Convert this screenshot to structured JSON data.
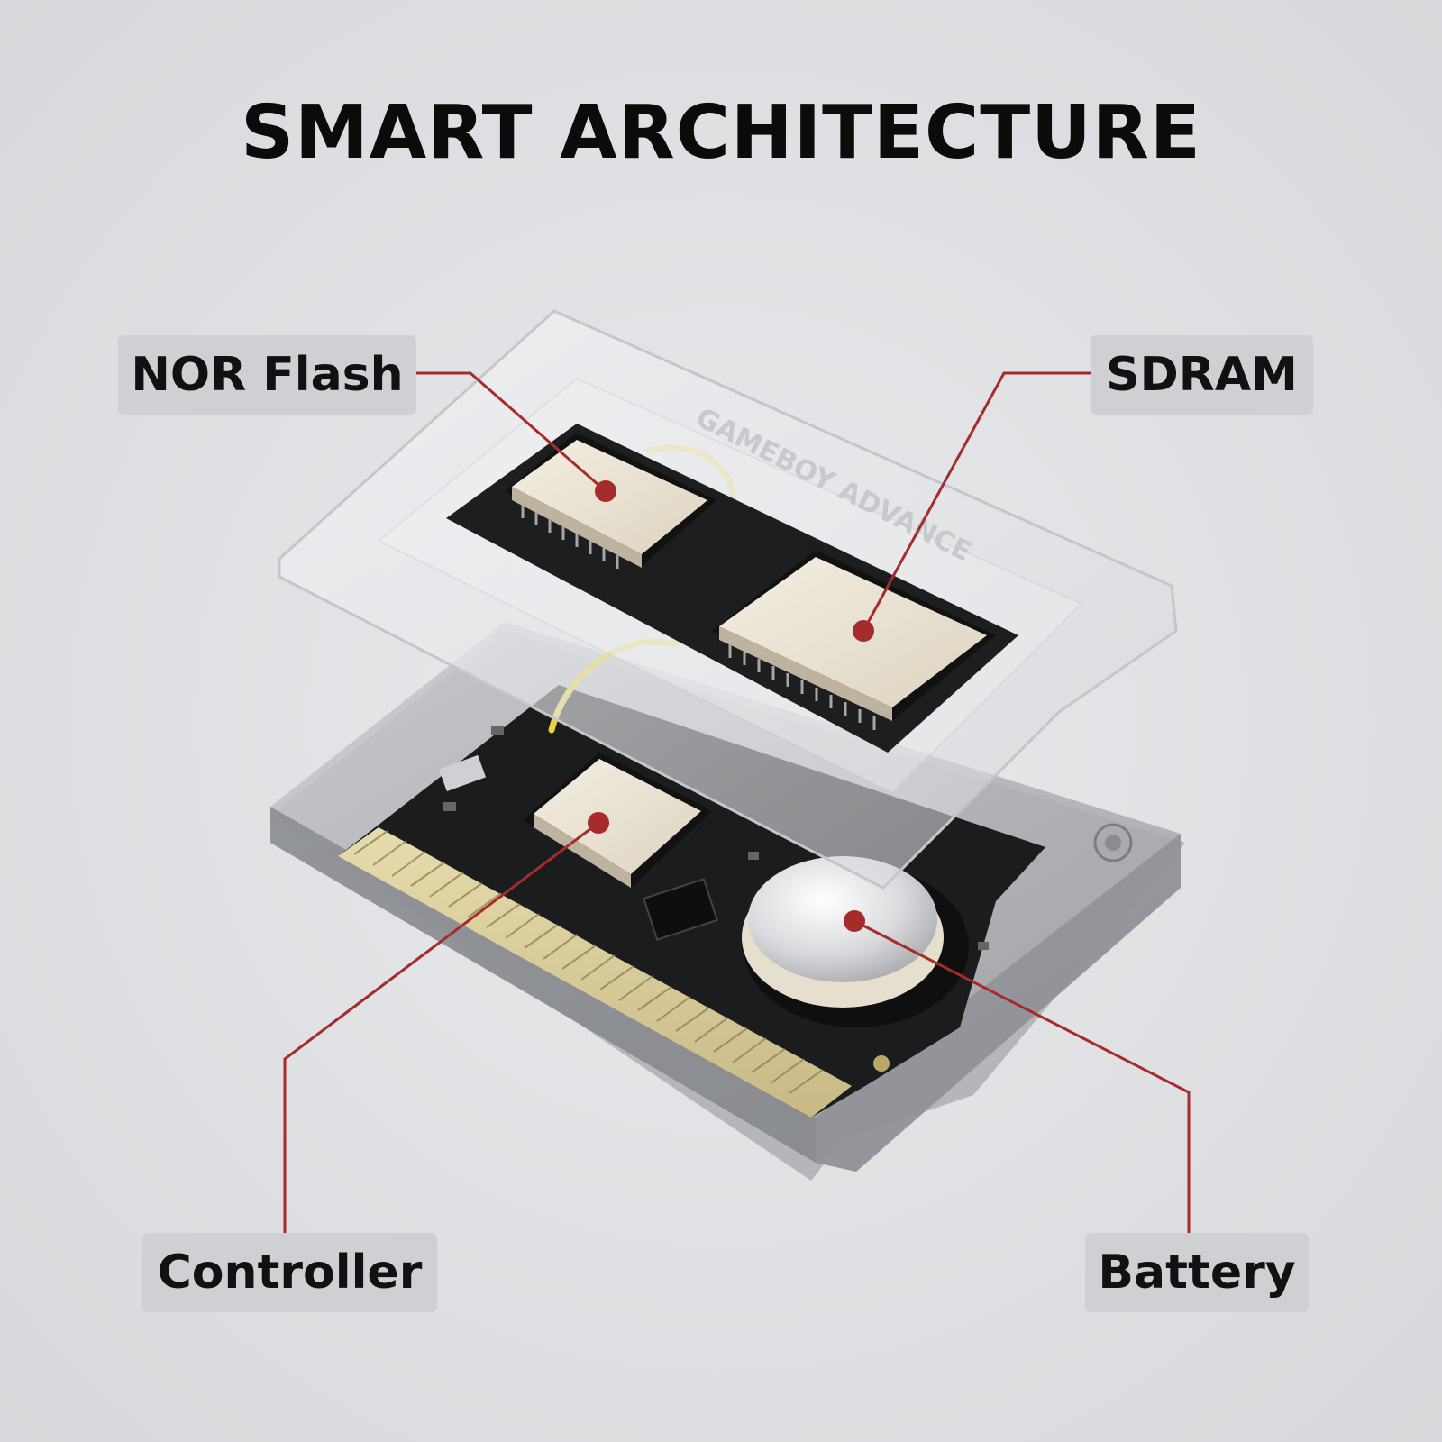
{
  "title": "SMART ARCHITECTURE",
  "cartridge_embossing": "GAMEBOY ADVANCE",
  "labels": {
    "nor_flash": "NOR Flash",
    "sdram": "SDRAM",
    "controller": "Controller",
    "battery": "Battery"
  },
  "colors": {
    "leader_line": "#a62b2b",
    "label_background": "#cfd0d3",
    "pcb": "#1b1c1e",
    "chip": "#ece4d3",
    "gold_contacts": "#d9cc9a",
    "wire": "#f0d84a"
  }
}
